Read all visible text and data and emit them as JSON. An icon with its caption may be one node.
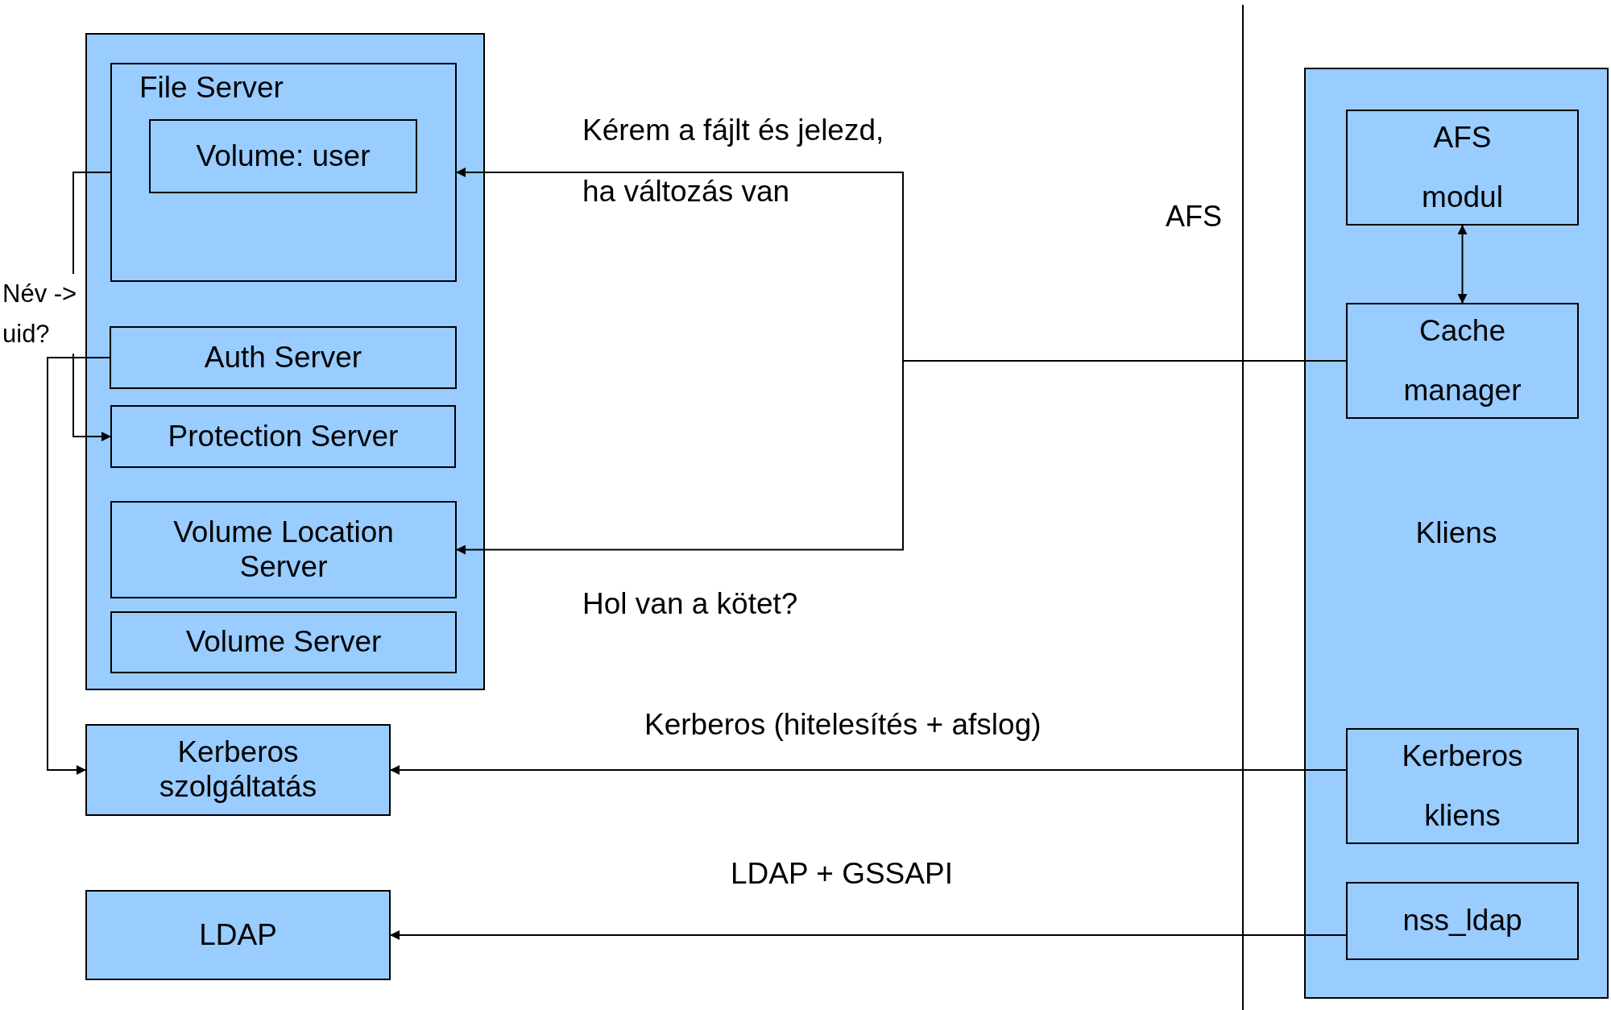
{
  "diagram": {
    "nodes": [
      {
        "text": [],
        "shape": "box"
      },
      {
        "text": [
          "File Server"
        ],
        "in": 0
      },
      {
        "text": [
          "Volume: user"
        ],
        "in": 1
      },
      {
        "text": [
          "Auth Server"
        ],
        "in": 0
      },
      {
        "text": [
          "Protection Server"
        ],
        "in": 0
      },
      {
        "text": [
          "Volume Location Server"
        ],
        "in": 0
      },
      {
        "text": [
          "Volume Server"
        ],
        "in": 0
      },
      {
        "text": [
          "Kerberos szolgáltatás"
        ]
      },
      {
        "text": [
          "LDAP"
        ]
      },
      {
        "text": [
          "Kliens"
        ]
      },
      {
        "text": [
          "AFS modul"
        ],
        "in": 9
      },
      {
        "text": [
          "Cache manager"
        ],
        "in": 9
      },
      {
        "text": [
          "Kerberos kliens"
        ],
        "in": 9
      },
      {
        "text": [
          "nss_ldap"
        ],
        "in": 9
      }
    ],
    "edges": [
      {
        "from": 11,
        "to": 1,
        "arrow": "to",
        "label": "Kérem a fájlt és jelezd, ha változás van"
      },
      {
        "from": 11,
        "to": 5,
        "arrow": "to",
        "label": "Hol van a kötet?"
      },
      {
        "from": 10,
        "to": 11,
        "arrow": "both"
      },
      {
        "from": 12,
        "to": 7,
        "arrow": "to",
        "label": "Kerberos (hitelesítés + afslog)"
      },
      {
        "from": 13,
        "to": 8,
        "arrow": "to",
        "label": "LDAP + GSSAPI"
      },
      {
        "from": 1,
        "to": 4,
        "arrow": "to"
      },
      {
        "from": 3,
        "to": 7,
        "arrow": "to"
      }
    ],
    "labels": [
      "Név -> uid?",
      "AFS"
    ]
  }
}
